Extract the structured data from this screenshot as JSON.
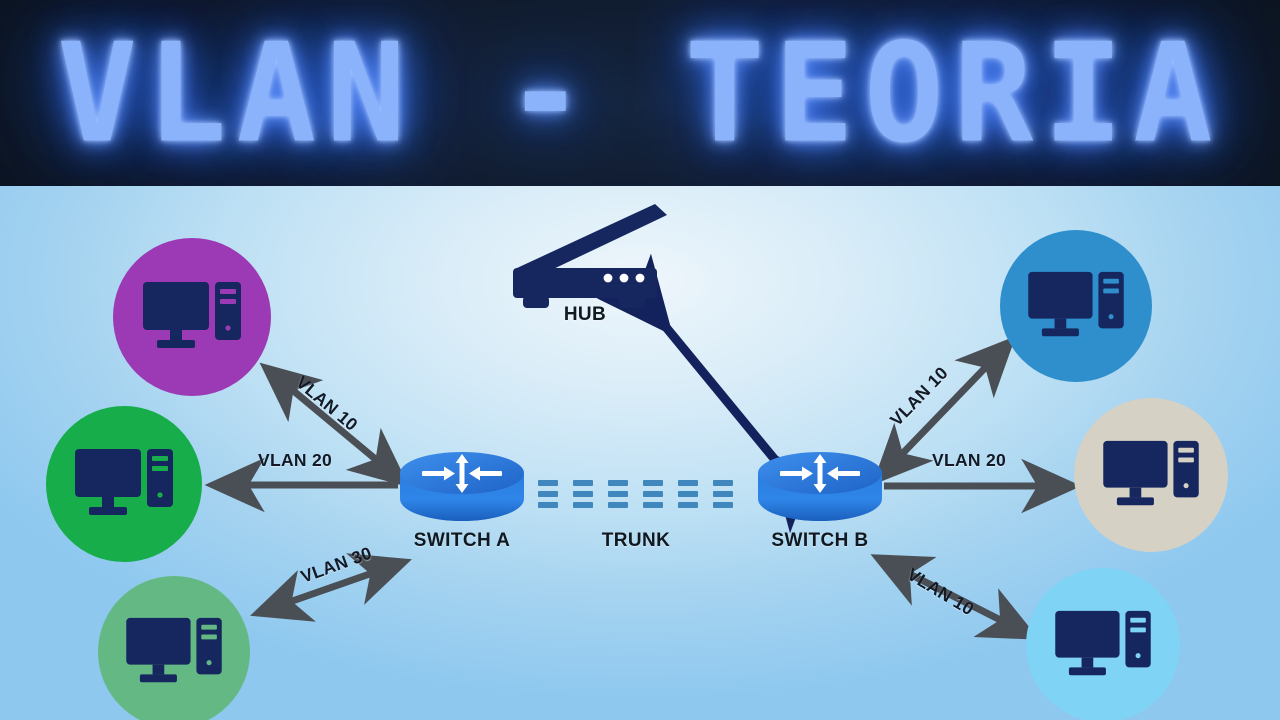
{
  "banner": {
    "title": "VLAN - TEORIA",
    "bg_color": "#111c2e",
    "text_color": "#8ab3fb",
    "glow_color": "#3f79ff"
  },
  "scene": {
    "bg_top_color": "#eef6fb",
    "bg_edge_color": "#8ec8ef",
    "device_icon_color": "#16265e",
    "arrow_color": "#4a4f55",
    "trunk_dash_color": "#3f87bd",
    "hub_arrow_color": "#13225c"
  },
  "devices": {
    "switch_a": {
      "label": "SWITCH A",
      "icon": "switch-icon",
      "color": "#2b7de0"
    },
    "switch_b": {
      "label": "SWITCH B",
      "icon": "switch-icon",
      "color": "#2b7de0"
    },
    "hub": {
      "label": "HUB",
      "icon": "hub-icon",
      "color": "#16265e"
    }
  },
  "trunk": {
    "label": "TRUNK",
    "style": "dashed",
    "dash_columns": 7,
    "dash_rows": 3
  },
  "hosts": [
    {
      "id": "host-purple",
      "icon": "computer-icon",
      "circle_color": "#9c39b4",
      "side": "left",
      "vlan": "VLAN 10"
    },
    {
      "id": "host-green",
      "icon": "computer-icon",
      "circle_color": "#16ad4a",
      "side": "left",
      "vlan": "VLAN 20"
    },
    {
      "id": "host-seagreen",
      "icon": "computer-icon",
      "circle_color": "#64b884",
      "side": "left",
      "vlan": "VLAN 30"
    },
    {
      "id": "host-blue",
      "icon": "computer-icon",
      "circle_color": "#2e8fcc",
      "side": "right",
      "vlan": "VLAN 10"
    },
    {
      "id": "host-beige",
      "icon": "computer-icon",
      "circle_color": "#d5d2c5",
      "side": "right",
      "vlan": "VLAN 20"
    },
    {
      "id": "host-cyan",
      "icon": "computer-icon",
      "circle_color": "#7fd4f5",
      "side": "right",
      "vlan": "VLAN 10"
    }
  ],
  "links": [
    {
      "id": "link-a-purple",
      "label": "VLAN 10",
      "from": "SWITCH A",
      "to": "host-purple",
      "arrows": "double"
    },
    {
      "id": "link-a-green",
      "label": "VLAN 20",
      "from": "SWITCH A",
      "to": "host-green",
      "arrows": "single"
    },
    {
      "id": "link-a-seagreen",
      "label": "VLAN 30",
      "from": "SWITCH A",
      "to": "host-seagreen",
      "arrows": "double"
    },
    {
      "id": "link-b-blue",
      "label": "VLAN 10",
      "from": "SWITCH B",
      "to": "host-blue",
      "arrows": "double"
    },
    {
      "id": "link-b-beige",
      "label": "VLAN 20",
      "from": "SWITCH B",
      "to": "host-beige",
      "arrows": "single"
    },
    {
      "id": "link-b-cyan",
      "label": "VLAN 10",
      "from": "SWITCH B",
      "to": "host-cyan",
      "arrows": "double"
    },
    {
      "id": "link-b-hub",
      "label": "",
      "from": "SWITCH B",
      "to": "HUB",
      "arrows": "double"
    },
    {
      "id": "link-trunk",
      "label": "TRUNK",
      "from": "SWITCH A",
      "to": "SWITCH B",
      "arrows": "none"
    }
  ]
}
